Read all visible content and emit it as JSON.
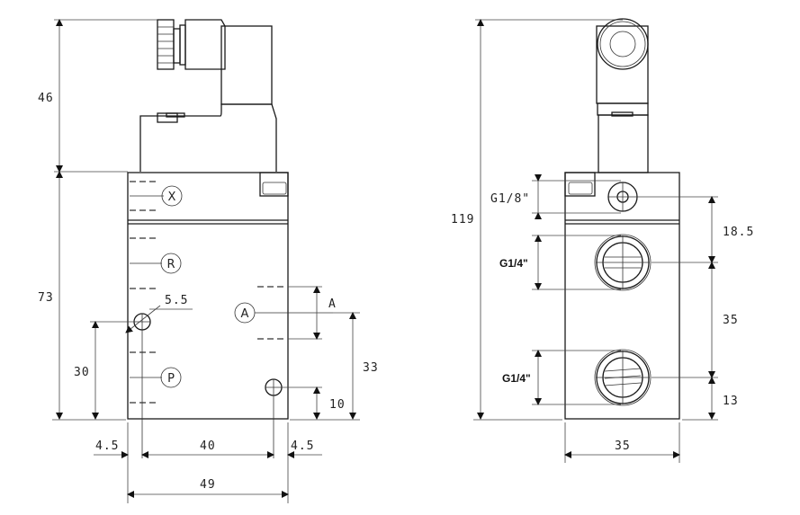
{
  "drawing": {
    "front_view": {
      "ports": [
        "X",
        "R",
        "A",
        "P"
      ],
      "dimensions": {
        "coil_height": "46",
        "body_height": "73",
        "mount_hole_dia": "5.5",
        "hole_p_height": "30",
        "port_a_height": "33",
        "hole_right_height": "10",
        "port_a_label": "A",
        "offset_left": "4.5",
        "hole_spacing": "40",
        "offset_right": "4.5",
        "body_width": "49"
      }
    },
    "side_view": {
      "dimensions": {
        "overall_height": "119",
        "pilot_thread": "G1/8\"",
        "port_thread_upper": "G1/4\"",
        "port_thread_lower": "G1/4\"",
        "pilot_to_port": "18.5",
        "port_spacing": "35",
        "port_from_bottom": "13",
        "body_width": "35"
      }
    },
    "colors": {
      "line": "#1a1a1a",
      "background": "#ffffff"
    }
  }
}
